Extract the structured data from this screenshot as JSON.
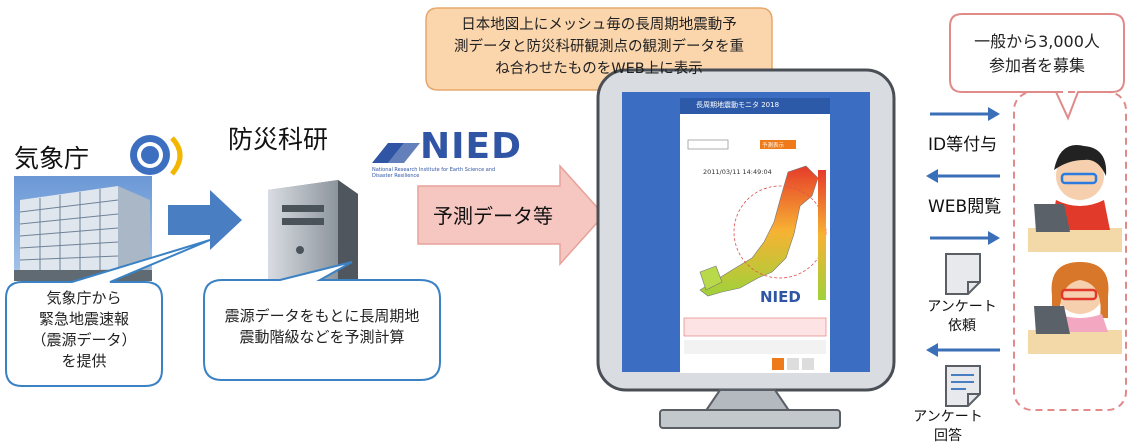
{
  "jma": {
    "name": "気象庁",
    "callout": [
      "気象庁から",
      "緊急地震速報",
      "（震源データ）",
      "を提供"
    ]
  },
  "nied": {
    "name": "防災科研",
    "logo_text": "NIED",
    "logo_subtext": "National Research Institute for Earth Science and Disaster Resilience",
    "callout": [
      "震源データをもとに長周期地",
      "震動階級などを予測計算"
    ]
  },
  "flow_arrow": {
    "label": "予測データ等"
  },
  "top_callout": {
    "lines": [
      "日本地図上にメッシュ毎の長周期地震動予",
      "測データと防災科研観測点の観測データを重",
      "ね合わせたものをWEB上に表示"
    ]
  },
  "participants_callout": {
    "lines": [
      "一般から3,000人",
      "参加者を募集"
    ]
  },
  "arrows": {
    "id_label": "ID等付与",
    "web_label": "WEB閲覧",
    "survey_request": [
      "アンケート",
      "依頼"
    ],
    "survey_response": [
      "アンケート",
      "回答"
    ]
  },
  "screen": {
    "app_title": "長周期地震動モニタ 2018",
    "timestamp": "2011/03/11 14:49:04",
    "select_button": "予測表示",
    "logo_text": "NIED"
  },
  "colors": {
    "blue_arrow": "#4a7ec2",
    "pink_arrow": "#f6c6c0",
    "orange_callout": "#fbd6ad",
    "monitor_screen": "#3b6dc2",
    "dashed_border": "#e08a8a"
  }
}
